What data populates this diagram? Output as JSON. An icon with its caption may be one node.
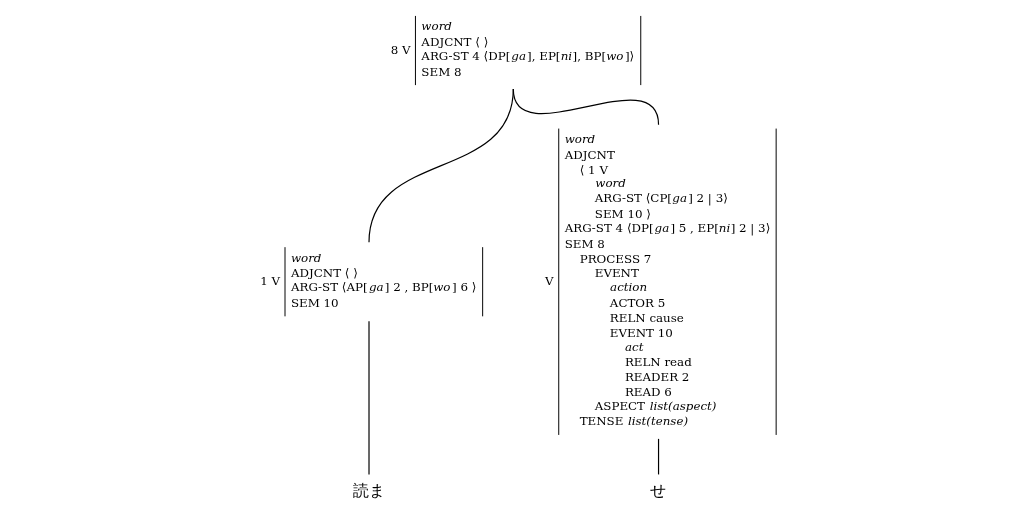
{
  "diagram": {
    "nodes": [
      {
        "text": [
          "8 V",
          "*word*",
          "ADJCNT ⟨ ⟩",
          "ARG-ST 4 ⟨DP[*ga*], EP[*ni*], BP[*wo*]⟩",
          "SEM 8"
        ]
      },
      {
        "text": [
          "1 V",
          "*word*",
          "ADJCNT ⟨ ⟩",
          "ARG-ST ⟨AP[*ga*] 2 , BP[*wo*] 6 ⟩",
          "SEM 10"
        ]
      },
      {
        "text": [
          "V",
          "*word*",
          "ADJCNT",
          "⟨ 1 V",
          "*word*",
          "ARG-ST ⟨CP[*ga*] 2 | 3⟩",
          "SEM 10 ⟩",
          "ARG-ST 4 ⟨DP[*ga*] 5 , EP[*ni*] 2 | 3⟩",
          "SEM 8",
          "PROCESS 7",
          "EVENT",
          "*action*",
          "ACTOR 5",
          "RELN cause",
          "EVENT 10",
          "*act*",
          "RELN read",
          "READER 2",
          "READ 6",
          "ASPECT *list(aspect)*",
          "TENSE *list(tense)*"
        ]
      },
      {
        "text": [
          "読ま"
        ]
      },
      {
        "text": [
          "せ"
        ]
      }
    ],
    "edges": [
      {
        "from": 0,
        "to": 1,
        "arrow": "none"
      },
      {
        "from": 0,
        "to": 2,
        "arrow": "none"
      },
      {
        "from": 1,
        "to": 3,
        "arrow": "none"
      },
      {
        "from": 2,
        "to": 4,
        "arrow": "none"
      }
    ]
  }
}
